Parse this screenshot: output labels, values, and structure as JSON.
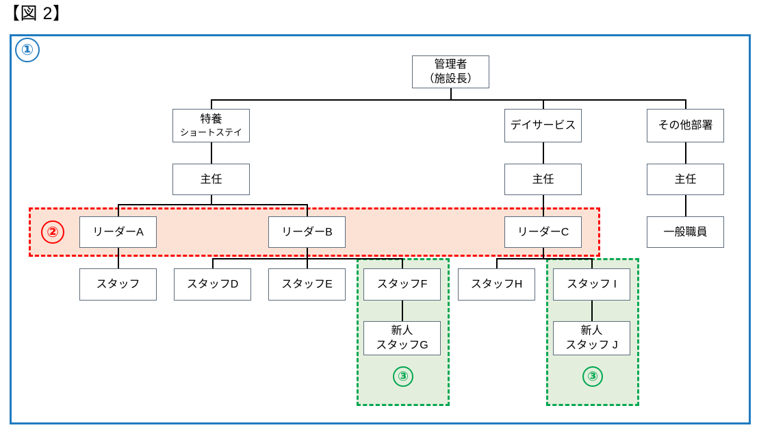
{
  "figure": {
    "title": "【図 2】",
    "frame_color": "#1F7AC0"
  },
  "markers": {
    "one": "①",
    "two": "②",
    "three_a": "③",
    "three_b": "③"
  },
  "colors": {
    "frame_blue": "#1F7AC0",
    "region_red_border": "#FF0000",
    "region_red_fill": "#FBE2D5",
    "region_green_border": "#00A651",
    "region_green_fill": "#E3EFDC",
    "node_border": "#5B6B7B",
    "connector": "#000000"
  },
  "chart_data": {
    "type": "diagram",
    "diagram_kind": "organization-chart",
    "title": "【図 2】",
    "nodes": [
      {
        "id": "admin",
        "label_line1": "管理者",
        "label_line2": "（施設長）",
        "level": 0
      },
      {
        "id": "tokuyo",
        "label_line1": "特養",
        "label_line2": "ショートステイ",
        "level": 1
      },
      {
        "id": "dayservice",
        "label_line1": "デイサービス",
        "label_line2": "",
        "level": 1
      },
      {
        "id": "other",
        "label_line1": "その他部署",
        "label_line2": "",
        "level": 1
      },
      {
        "id": "chief1",
        "label_line1": "主任",
        "label_line2": "",
        "level": 2
      },
      {
        "id": "chief2",
        "label_line1": "主任",
        "label_line2": "",
        "level": 2
      },
      {
        "id": "chief3",
        "label_line1": "主任",
        "label_line2": "",
        "level": 2
      },
      {
        "id": "leaderA",
        "label_line1": "リーダーA",
        "label_line2": "",
        "level": 3
      },
      {
        "id": "leaderB",
        "label_line1": "リーダーB",
        "label_line2": "",
        "level": 3
      },
      {
        "id": "leaderC",
        "label_line1": "リーダーC",
        "label_line2": "",
        "level": 3
      },
      {
        "id": "staff",
        "label_line1": "スタッフ",
        "label_line2": "",
        "level": 4
      },
      {
        "id": "staffD",
        "label_line1": "スタッフD",
        "label_line2": "",
        "level": 4
      },
      {
        "id": "staffE",
        "label_line1": "スタッフE",
        "label_line2": "",
        "level": 4
      },
      {
        "id": "staffF",
        "label_line1": "スタッフF",
        "label_line2": "",
        "level": 4
      },
      {
        "id": "staffH",
        "label_line1": "スタッフH",
        "label_line2": "",
        "level": 4
      },
      {
        "id": "staffI",
        "label_line1": "スタッフ I",
        "label_line2": "",
        "level": 4
      },
      {
        "id": "general",
        "label_line1": "一般職員",
        "label_line2": "",
        "level": 3
      },
      {
        "id": "newG",
        "label_line1": "新人",
        "label_line2": "スタッフG",
        "level": 5
      },
      {
        "id": "newJ",
        "label_line1": "新人",
        "label_line2": "スタッフ J",
        "level": 5
      }
    ],
    "edges": [
      [
        "admin",
        "tokuyo"
      ],
      [
        "admin",
        "dayservice"
      ],
      [
        "admin",
        "other"
      ],
      [
        "tokuyo",
        "chief1"
      ],
      [
        "dayservice",
        "chief2"
      ],
      [
        "other",
        "chief3"
      ],
      [
        "chief1",
        "leaderA"
      ],
      [
        "chief1",
        "leaderB"
      ],
      [
        "chief2",
        "leaderC"
      ],
      [
        "chief3",
        "general"
      ],
      [
        "leaderA",
        "staff"
      ],
      [
        "leaderB",
        "staffD"
      ],
      [
        "leaderB",
        "staffE"
      ],
      [
        "leaderB",
        "staffF"
      ],
      [
        "leaderC",
        "staffH"
      ],
      [
        "leaderC",
        "staffI"
      ],
      [
        "staffF",
        "newG"
      ],
      [
        "staffI",
        "newJ"
      ]
    ],
    "annotations": [
      {
        "marker": "①",
        "color": "#1F7AC0",
        "scope": "entire organization chart"
      },
      {
        "marker": "②",
        "color": "#FF0000",
        "scope": "leader row: リーダーA, リーダーB, リーダーC"
      },
      {
        "marker": "③",
        "color": "#00A651",
        "scope": "スタッフF + 新人スタッフG"
      },
      {
        "marker": "③",
        "color": "#00A651",
        "scope": "スタッフ I + 新人スタッフ J"
      }
    ]
  },
  "nodes": {
    "admin": {
      "line1": "管理者",
      "line2": "（施設長）"
    },
    "tokuyo": {
      "line1": "特養",
      "line2": "ショートステイ"
    },
    "dayservice": {
      "line1": "デイサービス"
    },
    "other": {
      "line1": "その他部署"
    },
    "chief1": {
      "line1": "主任"
    },
    "chief2": {
      "line1": "主任"
    },
    "chief3": {
      "line1": "主任"
    },
    "leaderA": {
      "line1": "リーダーA"
    },
    "leaderB": {
      "line1": "リーダーB"
    },
    "leaderC": {
      "line1": "リーダーC"
    },
    "general": {
      "line1": "一般職員"
    },
    "staff": {
      "line1": "スタッフ"
    },
    "staffD": {
      "line1": "スタッフD"
    },
    "staffE": {
      "line1": "スタッフE"
    },
    "staffF": {
      "line1": "スタッフF"
    },
    "staffH": {
      "line1": "スタッフH"
    },
    "staffI": {
      "line1": "スタッフ I"
    },
    "newG": {
      "line1": "新人",
      "line2": "スタッフG"
    },
    "newJ": {
      "line1": "新人",
      "line2": "スタッフ J"
    }
  }
}
